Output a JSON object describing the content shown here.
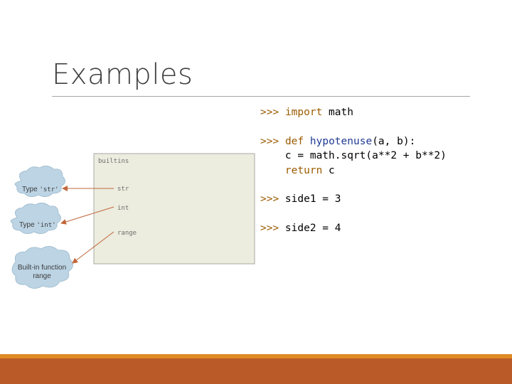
{
  "slide": {
    "title": "Examples"
  },
  "code": {
    "prompt": ">>>",
    "line1": {
      "kw": "import",
      "rest": " math"
    },
    "line2": {
      "kw": "def",
      "fn": "hypotenuse",
      "rest": "(a, b):"
    },
    "line3": "    c = math.sqrt(a**2 + b**2)",
    "line4": {
      "indent": "    ",
      "kw": "return",
      "rest": " c"
    },
    "line5": " side1 = 3",
    "line6": " side2 = 4"
  },
  "diagram": {
    "frame_label": "builtins",
    "entries": [
      "str",
      "int",
      "range"
    ],
    "cloud_str": {
      "prefix": "Type ",
      "mono": "'str'"
    },
    "cloud_int": {
      "prefix": "Type ",
      "mono": "'int'"
    },
    "cloud_range": {
      "line1": "Built-in function",
      "line2": "range"
    }
  },
  "colors": {
    "frame_fill": "#ececdf",
    "cloud_fill": "#bcd4e4",
    "arrow": "#c0663a",
    "footer": "#b95a28",
    "footer_accent": "#e08a25"
  }
}
